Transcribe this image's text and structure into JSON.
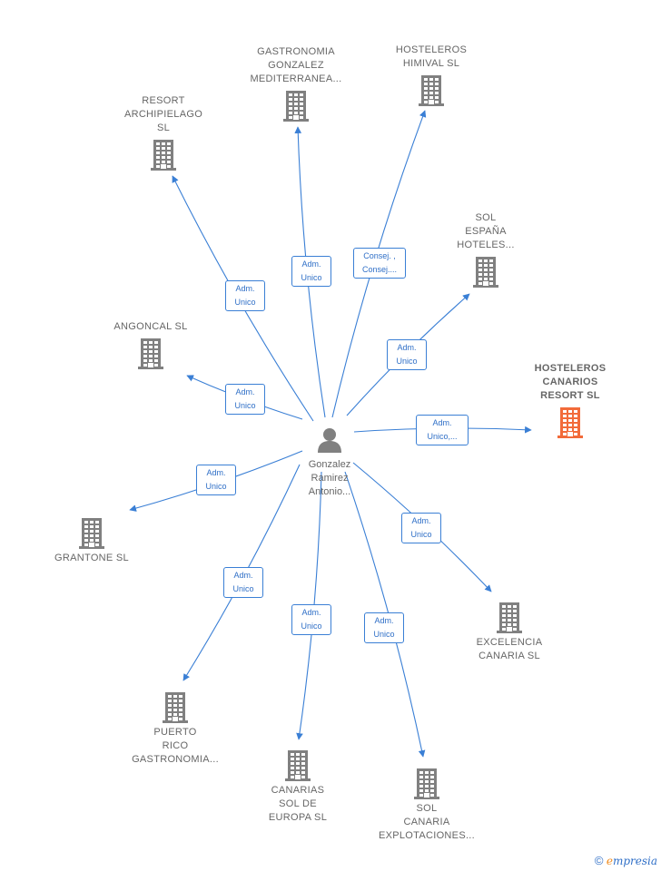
{
  "center": {
    "name_lines": [
      "Gonzalez",
      "Ramirez",
      "Antonio..."
    ]
  },
  "companies": [
    {
      "id": "resort-archipielago",
      "lines": [
        "RESORT",
        "ARCHIPIELAGO",
        "SL"
      ],
      "highlight": false
    },
    {
      "id": "gastronomia-gonzalez",
      "lines": [
        "GASTRONOMIA",
        "GONZALEZ",
        "MEDITERRANEA..."
      ],
      "highlight": false
    },
    {
      "id": "hosteleros-himival",
      "lines": [
        "HOSTELEROS",
        "HIMIVAL SL"
      ],
      "highlight": false
    },
    {
      "id": "sol-espana-hoteles",
      "lines": [
        "SOL",
        "ESPAÑA",
        "HOTELES..."
      ],
      "highlight": false
    },
    {
      "id": "angoncal",
      "lines": [
        "ANGONCAL  SL"
      ],
      "highlight": false
    },
    {
      "id": "hosteleros-canarios",
      "lines": [
        "HOSTELEROS",
        "CANARIOS",
        "RESORT  SL"
      ],
      "highlight": true
    },
    {
      "id": "grantone",
      "lines": [
        "GRANTONE  SL"
      ],
      "highlight": false
    },
    {
      "id": "excelencia-canaria",
      "lines": [
        "EXCELENCIA",
        "CANARIA  SL"
      ],
      "highlight": false
    },
    {
      "id": "puerto-rico",
      "lines": [
        "PUERTO",
        "RICO",
        "GASTRONOMIA..."
      ],
      "highlight": false
    },
    {
      "id": "canarias-sol-europa",
      "lines": [
        "CANARIAS",
        "SOL DE",
        "EUROPA  SL"
      ],
      "highlight": false
    },
    {
      "id": "sol-canaria",
      "lines": [
        "SOL",
        "CANARIA",
        "EXPLOTACIONES..."
      ],
      "highlight": false
    }
  ],
  "edge_labels": [
    {
      "to": "resort-archipielago",
      "lines": [
        "Adm.",
        "Unico"
      ]
    },
    {
      "to": "gastronomia-gonzalez",
      "lines": [
        "Adm.",
        "Unico"
      ]
    },
    {
      "to": "hosteleros-himival",
      "lines": [
        "Consej. ,",
        "Consej...."
      ]
    },
    {
      "to": "sol-espana-hoteles",
      "lines": [
        "Adm.",
        "Unico"
      ]
    },
    {
      "to": "angoncal",
      "lines": [
        "Adm.",
        "Unico"
      ]
    },
    {
      "to": "hosteleros-canarios",
      "lines": [
        "Adm.",
        "Unico,..."
      ]
    },
    {
      "to": "grantone",
      "lines": [
        "Adm.",
        "Unico"
      ]
    },
    {
      "to": "excelencia-canaria",
      "lines": [
        "Adm.",
        "Unico"
      ]
    },
    {
      "to": "puerto-rico",
      "lines": [
        "Adm.",
        "Unico"
      ]
    },
    {
      "to": "canarias-sol-europa",
      "lines": [
        "Adm.",
        "Unico"
      ]
    },
    {
      "to": "sol-canaria",
      "lines": [
        "Adm.",
        "Unico"
      ]
    }
  ],
  "colors": {
    "edge": "#3a7fd5",
    "building": "#808080",
    "highlight_building": "#f26b3a"
  },
  "footer": {
    "symbol": "©",
    "brand_first": "e",
    "brand_rest": "mpresia"
  }
}
